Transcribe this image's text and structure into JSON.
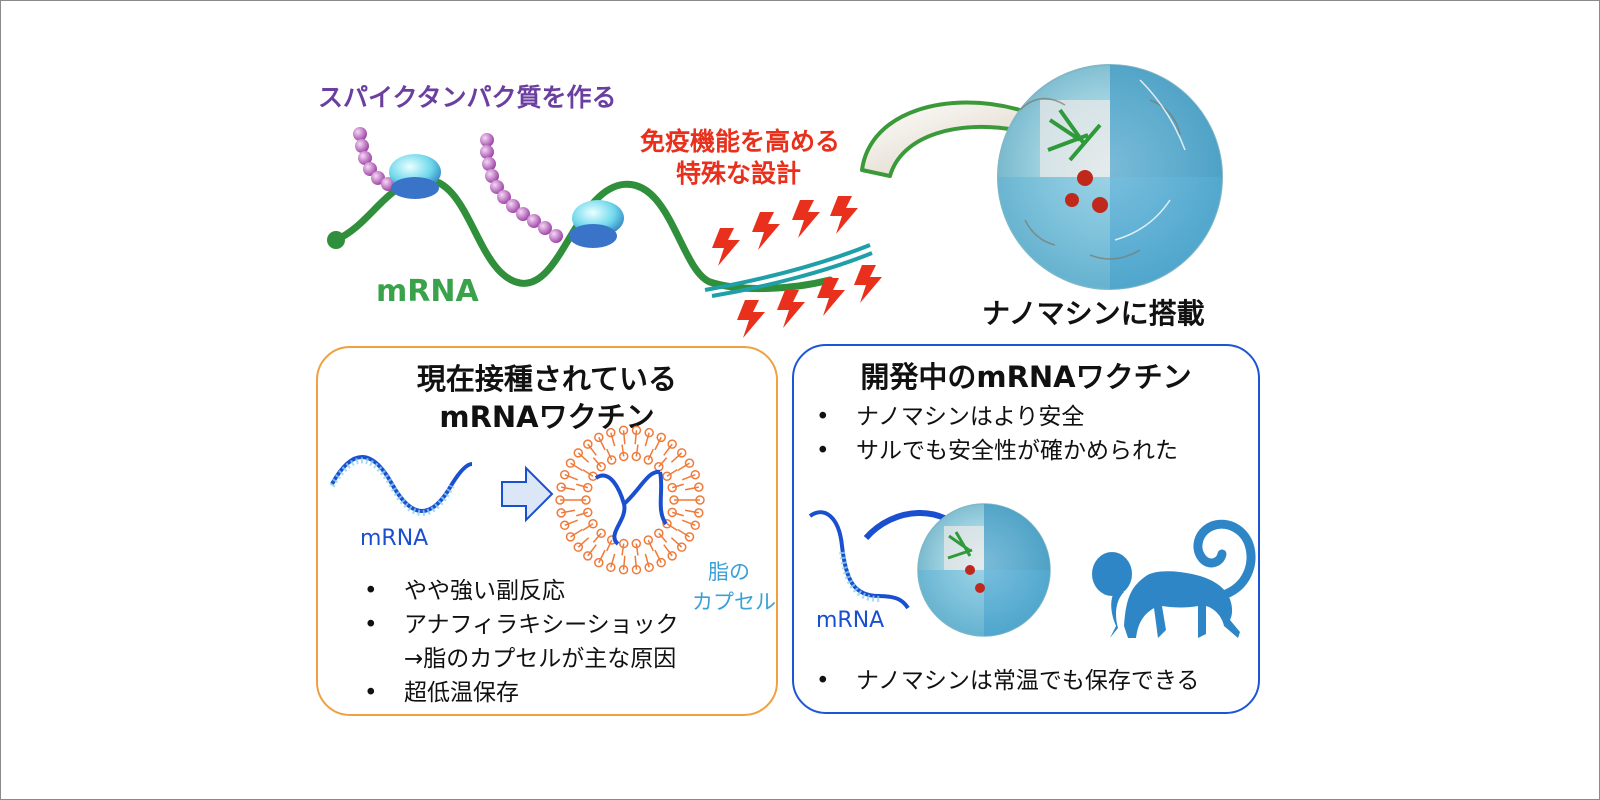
{
  "top": {
    "spike_label": "スパイクタンパク質を作る",
    "immune_label_line1": "免疫機能を高める",
    "immune_label_line2": "特殊な設計",
    "mrna_label": "mRNA",
    "nanomachine_label": "ナノマシンに搭載"
  },
  "left_panel": {
    "title_line1": "現在接種されている",
    "title_line2": "mRNAワクチン",
    "mrna_label": "mRNA",
    "capsule_label_line1": "脂の",
    "capsule_label_line2": "カプセル",
    "bullets": [
      "やや強い副反応",
      "アナフィラキシーショック",
      "超低温保存"
    ],
    "sub_bullet": "→脂のカプセルが主な原因"
  },
  "right_panel": {
    "title": "開発中のmRNAワクチン",
    "bullets": [
      "ナノマシンはより安全",
      "サルでも安全性が確かめられた"
    ],
    "mrna_label": "mRNA",
    "bottom_bullet": "ナノマシンは常温でも保存できる"
  },
  "colors": {
    "purple": "#6b3fa0",
    "red": "#e8301c",
    "green": "#3aa24b",
    "orange_border": "#f0a040",
    "blue_border": "#1c55d6",
    "mrna_blue": "#1a4fd0",
    "capsule_text": "#3aa0d8",
    "monkey": "#2f86c6"
  }
}
